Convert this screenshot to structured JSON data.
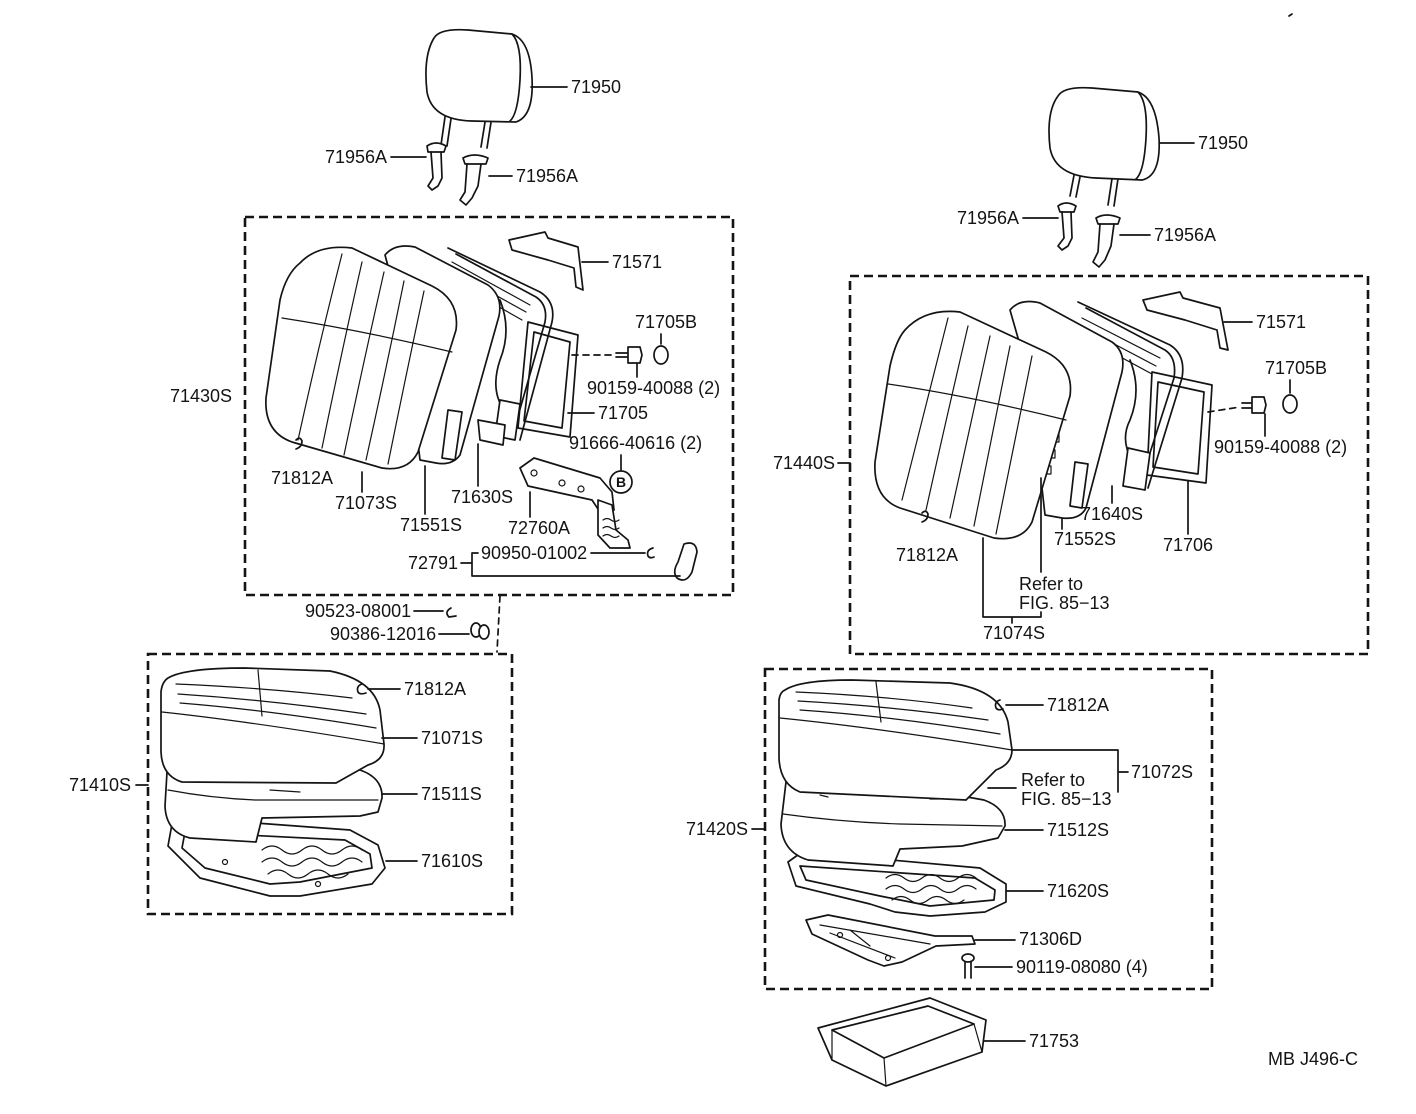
{
  "diagram_code": "MB J496-C",
  "left_seat": {
    "headrest": "71950",
    "headrest_guide_a": "71956A",
    "headrest_guide_b": "71956A",
    "seatback": {
      "assembly": "71430S",
      "bracket": "71571",
      "nut": "71705B",
      "bolt": "90159-40088 (2)",
      "back_board": "71705",
      "screw": "91666-40616 (2)",
      "screw_mark": "B",
      "clip": "71812A",
      "cover": "71073S",
      "pad": "71551S",
      "frame": "71630S",
      "recliner": "72760A"
    },
    "lever": {
      "assembly": "72791",
      "clip": "90950-01002"
    },
    "washer": "90523-08001",
    "bushing": "90386-12016",
    "cushion": {
      "assembly": "71410S",
      "clip": "71812A",
      "cover": "71071S",
      "pad": "71511S",
      "frame": "71610S"
    }
  },
  "right_seat": {
    "headrest": "71950",
    "headrest_guide_a": "71956A",
    "headrest_guide_b": "71956A",
    "seatback": {
      "assembly": "71440S",
      "bracket": "71571",
      "nut": "71705B",
      "bolt": "90159-40088 (2)",
      "frame": "71640S",
      "back_board": "71706",
      "clip": "71812A",
      "pad": "71552S",
      "cover": "71074S",
      "cover_note_line1": "Refer to",
      "cover_note_line2": "FIG. 85−13"
    },
    "cushion": {
      "assembly": "71420S",
      "clip": "71812A",
      "cover": "71072S",
      "cover_note_line1": "Refer to",
      "cover_note_line2": "FIG. 85−13",
      "pad": "71512S",
      "frame": "71620S",
      "adjuster": "71306D",
      "bolt": "90119-08080 (4)",
      "tray": "71753"
    }
  }
}
